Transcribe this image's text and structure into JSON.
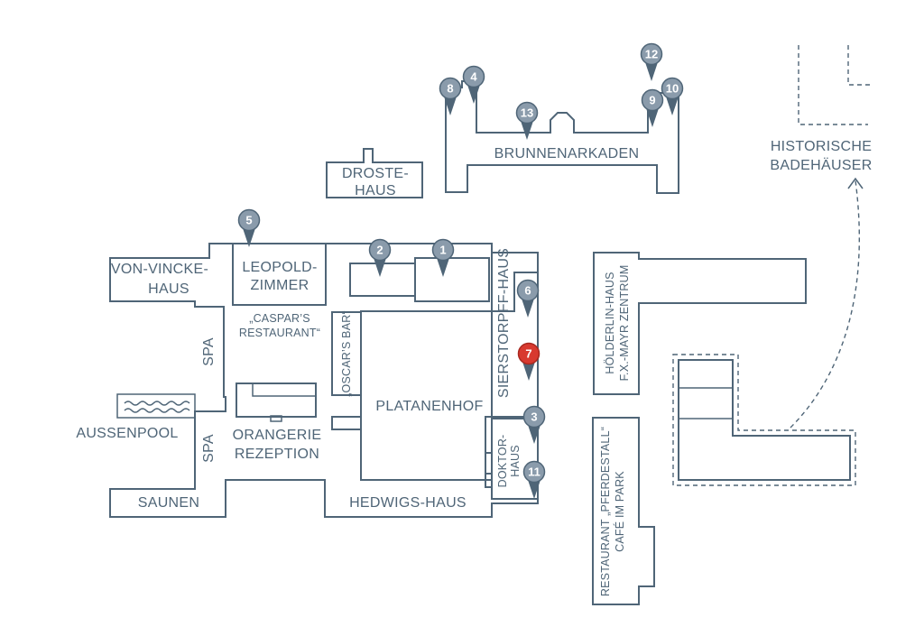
{
  "labels": {
    "von_vincke": [
      "VON-VINCKE-",
      "HAUS"
    ],
    "leopold": [
      "LEOPOLD-",
      "ZIMMER"
    ],
    "caspars": [
      "„CASPAR’S",
      "RESTAURANT“"
    ],
    "droste": [
      "DROSTE-",
      "HAUS"
    ],
    "brunnenarkaden": "BRUNNENARKADEN",
    "historische": [
      "HISTORISCHE",
      "BADEHÄUSER"
    ],
    "spa": "SPA",
    "oscars": "„OSCAR’S BAR“",
    "platanenhof": "PLATANENHOF",
    "sierstorpff": "SIERSTORPFF-HAUS",
    "hoelderlin": [
      "HÖLDERLIN-HAUS",
      "F.X.-MAYR ZENTRUM"
    ],
    "aussenpool": "AUSSENPOOL",
    "orangerie": [
      "ORANGERIE",
      "REZEPTION"
    ],
    "doktorhaus": [
      "DOKTOR-",
      "HAUS"
    ],
    "restaurant_pferdestall": [
      "RESTAURANT „PFERDESTALL“",
      "CAFÉ IM PARK"
    ],
    "saunen": "SAUNEN",
    "hedwigs": "HEDWIGS-HAUS"
  },
  "markers": [
    "1",
    "2",
    "3",
    "4",
    "5",
    "6",
    "7",
    "8",
    "9",
    "10",
    "11",
    "12",
    "13"
  ],
  "active_marker": "7",
  "colors": {
    "line": "#4f6577",
    "pin": "#8a9bab",
    "pin_active": "#d8392f"
  }
}
